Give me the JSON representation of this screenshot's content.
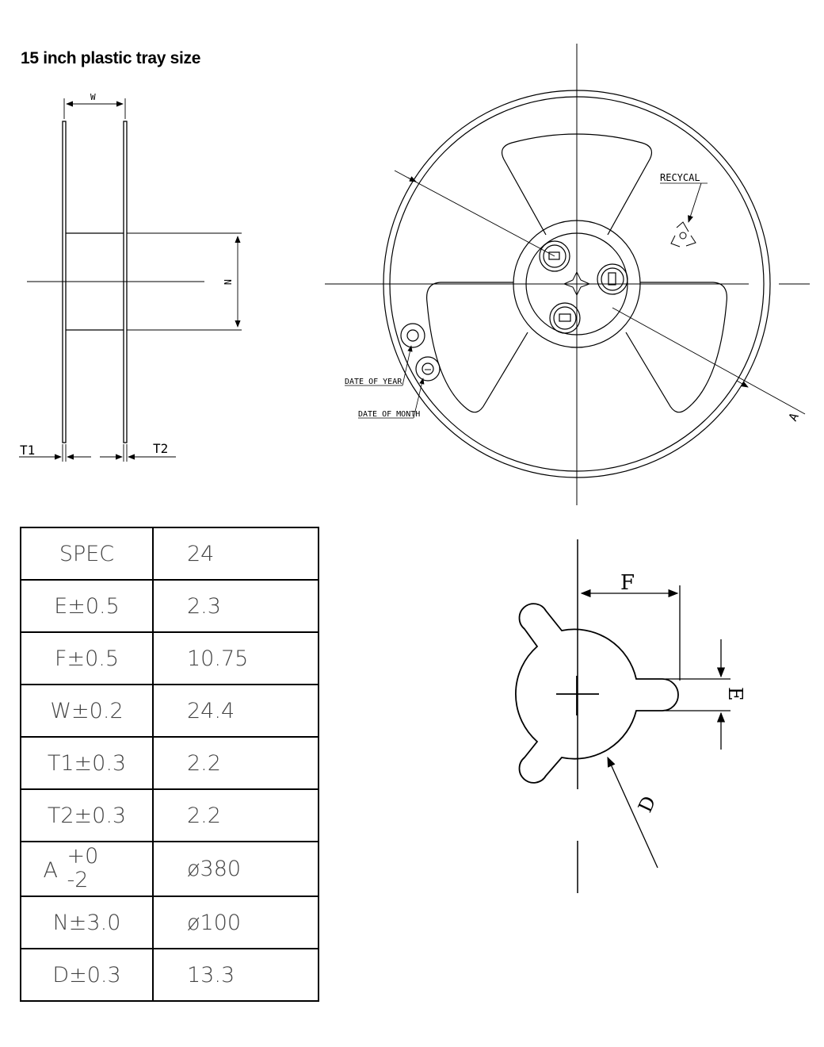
{
  "title": "15 inch plastic tray size",
  "side_view": {
    "label_w": "W",
    "label_n": "N",
    "label_t1": "T1",
    "label_t2": "T2"
  },
  "front_view": {
    "label_recycal": "RECYCAL",
    "label_date_year": "DATE OF YEAR",
    "label_date_month": "DATE OF MONTH",
    "label_a": "A"
  },
  "hub_view": {
    "label_f": "F",
    "label_e": "E",
    "label_d": "D"
  },
  "spec_table": {
    "header": {
      "key": "SPEC",
      "value": "24"
    },
    "rows": [
      {
        "key": "E±0.5",
        "value": "2.3"
      },
      {
        "key": "F±0.5",
        "value": "10.75"
      },
      {
        "key": "W±0.2",
        "value": "24.4"
      },
      {
        "key": "T1±0.3",
        "value": "2.2"
      },
      {
        "key": "T2±0.3",
        "value": "2.2"
      },
      {
        "key_main": "A",
        "key_plus": "+0",
        "key_minus": "-2",
        "value": "ø380"
      },
      {
        "key": "N±3.0",
        "value": "ø100"
      },
      {
        "key": "D±0.3",
        "value": "13.3"
      }
    ]
  }
}
